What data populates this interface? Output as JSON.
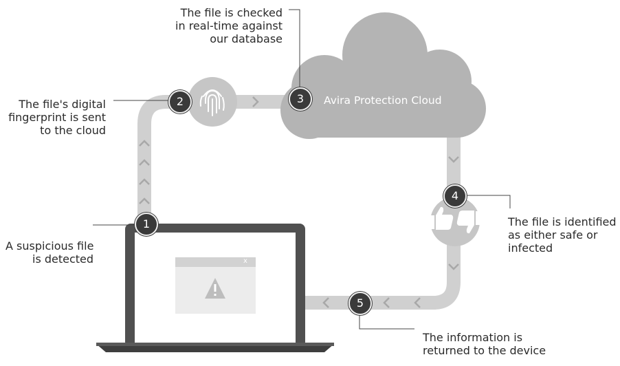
{
  "cloud": {
    "name": "Avira Protection Cloud"
  },
  "steps": [
    {
      "number": "1",
      "lines": [
        "A suspicious file",
        "is detected"
      ]
    },
    {
      "number": "2",
      "lines": [
        "The file's digital",
        "fingerprint is sent",
        "to the cloud"
      ]
    },
    {
      "number": "3",
      "lines": [
        "The file is checked",
        "in real-time against",
        "our database"
      ]
    },
    {
      "number": "4",
      "lines": [
        "The file is identified",
        "as either safe or",
        "infected"
      ]
    },
    {
      "number": "5",
      "lines": [
        "The information is",
        "returned to the device"
      ]
    }
  ],
  "window": {
    "close": "x"
  },
  "colors": {
    "path": "#cfcfcf",
    "cloud": "#b4b4b4",
    "badge": "#3a3a3a",
    "laptop": "#555555"
  },
  "icons": [
    "fingerprint-icon",
    "thumbs-up-icon",
    "thumbs-down-icon",
    "warning-icon"
  ]
}
